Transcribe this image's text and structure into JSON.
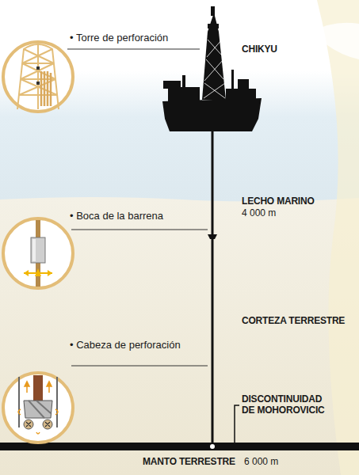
{
  "diagram": {
    "labels": [
      "• Torre de perforación",
      "CHIKYU",
      "• Boca de la barrena",
      "LECHO MARINO",
      "4 000 m",
      "CORTEZA TERRESTRE",
      "• Cabeza de perforación",
      "DISCONTINUIDAD DE MOHOROVICIC",
      "MANTO TERRESTRE",
      "6 000 m"
    ]
  }
}
